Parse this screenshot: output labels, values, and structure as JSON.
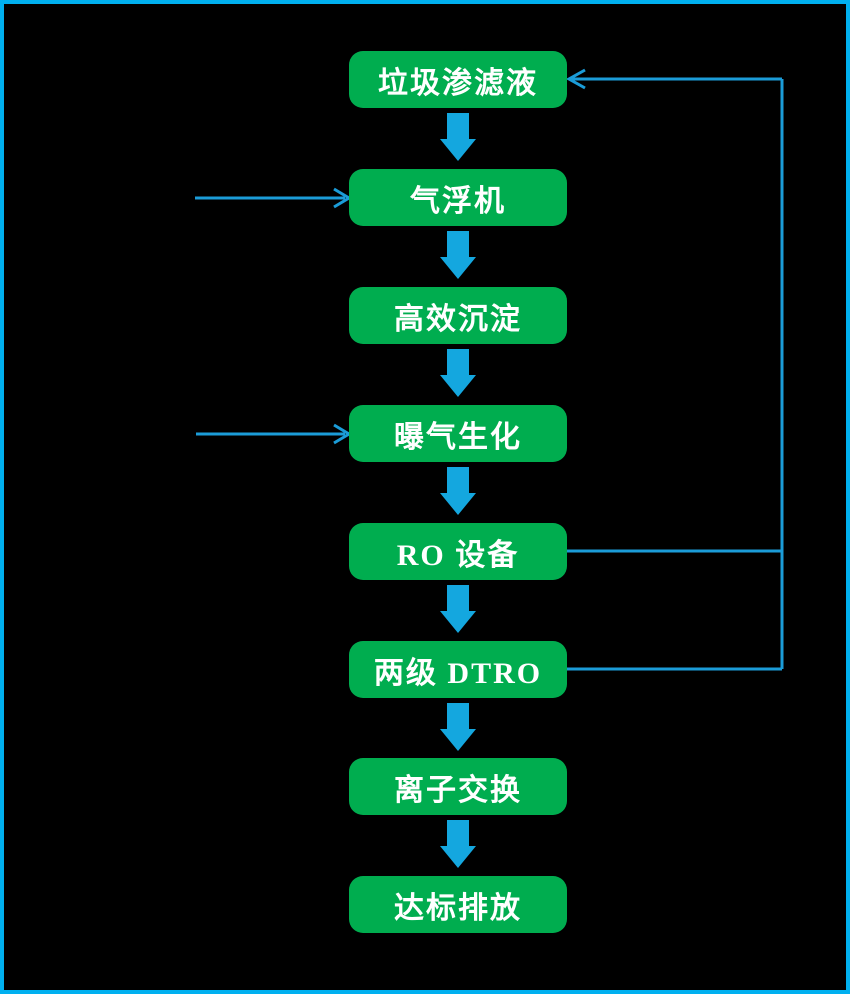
{
  "diagram": {
    "type": "flowchart",
    "nodes": [
      {
        "id": "leachate",
        "label": "垃圾渗滤液"
      },
      {
        "id": "air-flotation",
        "label": "气浮机"
      },
      {
        "id": "sedimentation",
        "label": "高效沉淀"
      },
      {
        "id": "aeration-bio",
        "label": "曝气生化"
      },
      {
        "id": "ro-equipment",
        "label": "RO 设备"
      },
      {
        "id": "dtro",
        "label": "两级 DTRO"
      },
      {
        "id": "ion-exchange",
        "label": "离子交换"
      },
      {
        "id": "discharge",
        "label": "达标排放"
      }
    ],
    "edges": [
      {
        "from": "leachate",
        "to": "air-flotation",
        "style": "thick-down-arrow"
      },
      {
        "from": "air-flotation",
        "to": "sedimentation",
        "style": "thick-down-arrow"
      },
      {
        "from": "sedimentation",
        "to": "aeration-bio",
        "style": "thick-down-arrow"
      },
      {
        "from": "aeration-bio",
        "to": "ro-equipment",
        "style": "thick-down-arrow"
      },
      {
        "from": "ro-equipment",
        "to": "dtro",
        "style": "thick-down-arrow"
      },
      {
        "from": "dtro",
        "to": "ion-exchange",
        "style": "thick-down-arrow"
      },
      {
        "from": "ion-exchange",
        "to": "discharge",
        "style": "thick-down-arrow"
      },
      {
        "from": "outside-left",
        "to": "air-flotation",
        "style": "thin-inlet-arrow"
      },
      {
        "from": "outside-left",
        "to": "aeration-bio",
        "style": "thin-inlet-arrow"
      },
      {
        "from": "ro-equipment",
        "to": "leachate",
        "style": "thin-feedback-line"
      },
      {
        "from": "dtro",
        "to": "leachate",
        "style": "thin-feedback-line"
      }
    ],
    "colors": {
      "node_fill": "#00AD4F",
      "node_text": "#FFFFFF",
      "thick_arrow": "#14A7DF",
      "thin_line": "#1B9CD8",
      "border": "#00B0F0",
      "background": "#000000"
    }
  }
}
